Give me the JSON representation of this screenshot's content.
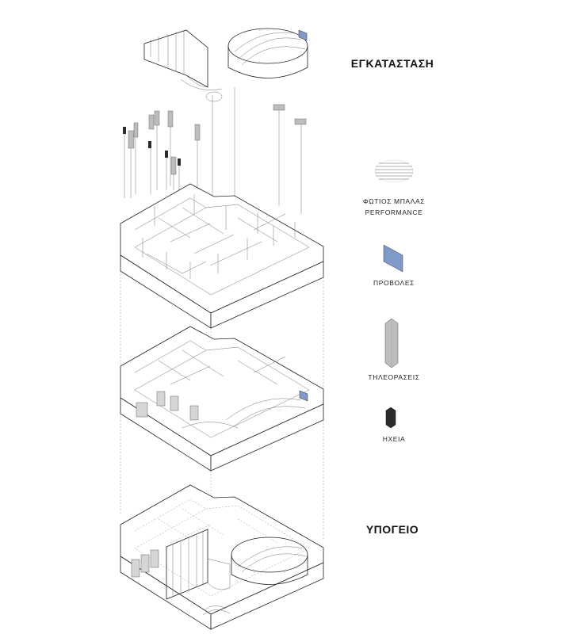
{
  "titles": {
    "installation": "ΕΓΚΑΤΑΣΤΑΣΗ",
    "basement": "ΥΠΟΓΕΙΟ"
  },
  "legend": {
    "light_ball": "ΦΩΤΙΟΣ ΜΠΑΛΑΣ",
    "performance": "PERFORMANCE",
    "projections": "ΠΡΟΒΟΛΕΣ",
    "televisions": "ΤΗΛΕΟΡΑΣΕΙΣ",
    "speakers": "ΗΧΕΙΑ"
  },
  "colors": {
    "projection": "#7f99c9",
    "television": "#bdbdbd",
    "speaker": "#2b2b2b",
    "line": "#222222"
  }
}
